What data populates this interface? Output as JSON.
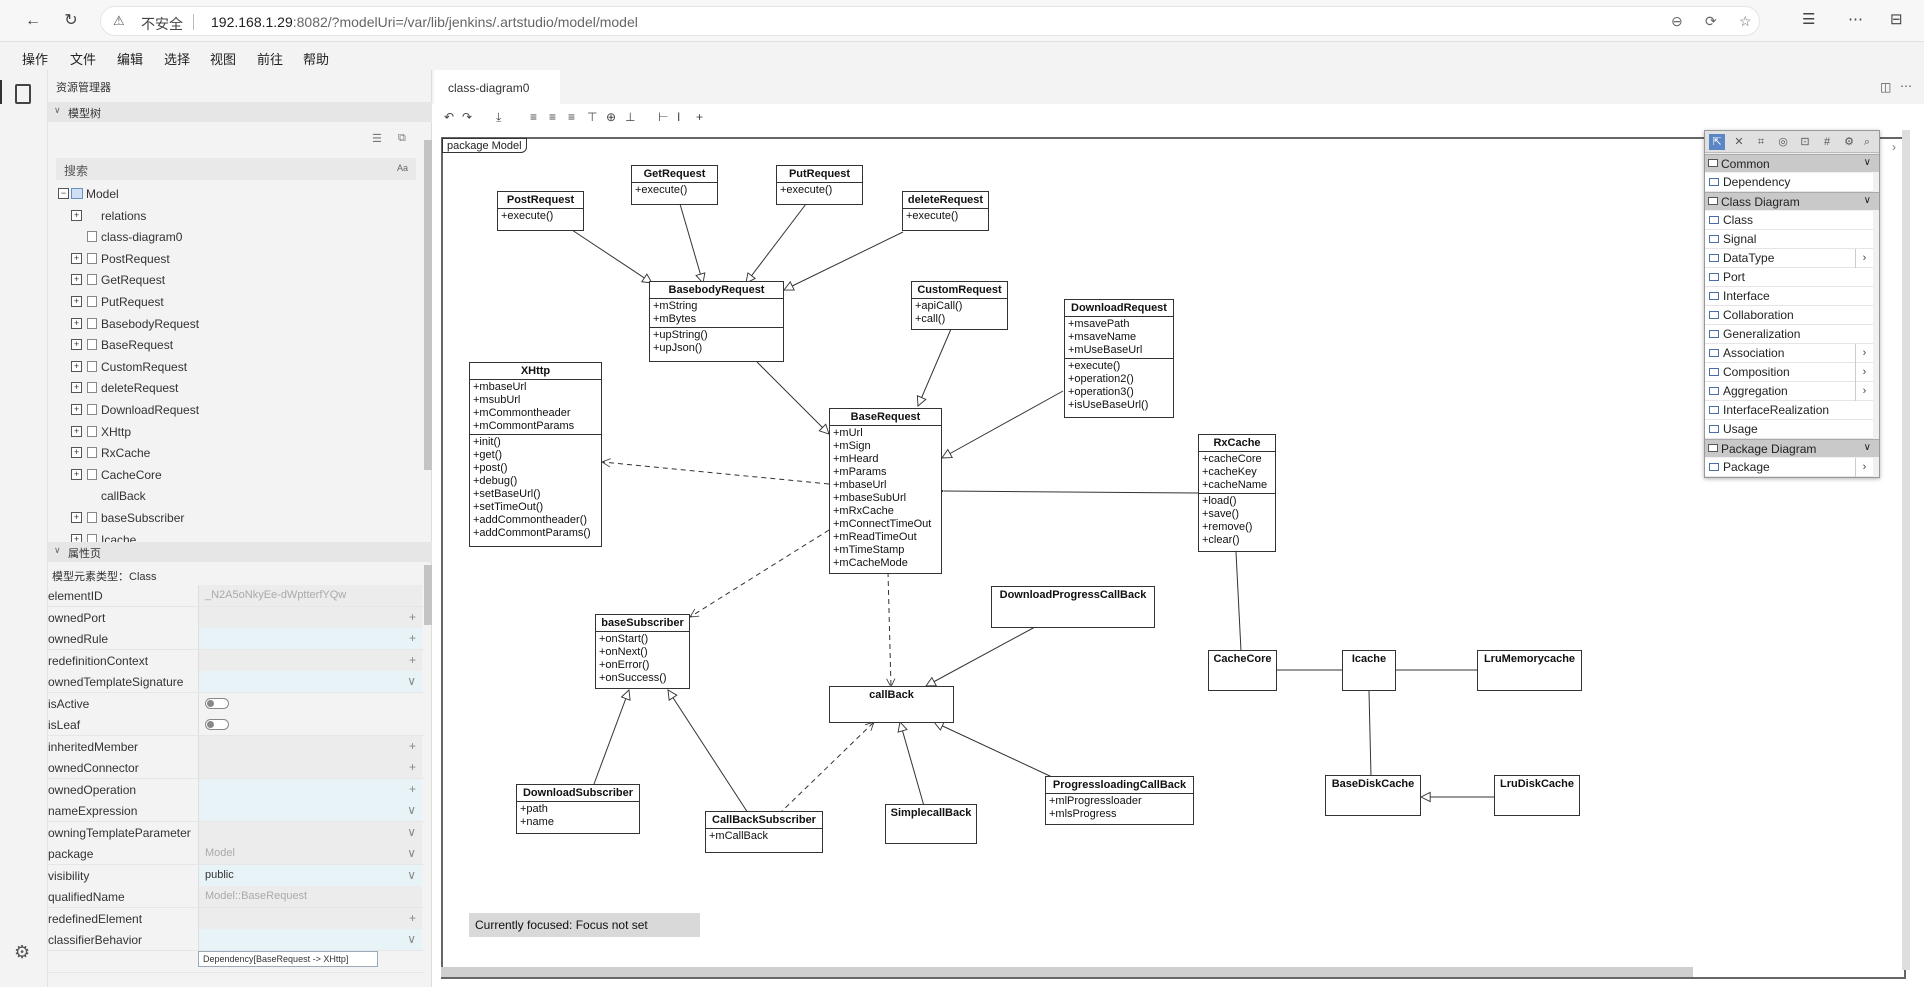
{
  "browser": {
    "insecure_label": "不安全",
    "url_host": "192.168.1.29",
    "url_path": ":8082/?modelUri=/var/lib/jenkins/.artstudio/model/model"
  },
  "menubar": [
    "操作",
    "文件",
    "编辑",
    "选择",
    "视图",
    "前往",
    "帮助"
  ],
  "explorer": {
    "title": "资源管理器",
    "model_tree_header": "模型树",
    "search_placeholder": "搜索",
    "search_case_label": "Aa",
    "tree": [
      {
        "label": "Model",
        "kind": "root"
      },
      {
        "label": "relations",
        "kind": "expand"
      },
      {
        "label": "class-diagram0",
        "kind": "file"
      },
      {
        "label": "PostRequest",
        "kind": "expand"
      },
      {
        "label": "GetRequest",
        "kind": "expand"
      },
      {
        "label": "PutRequest",
        "kind": "expand"
      },
      {
        "label": "BasebodyRequest",
        "kind": "expand"
      },
      {
        "label": "BaseRequest",
        "kind": "expand"
      },
      {
        "label": "CustomRequest",
        "kind": "expand"
      },
      {
        "label": "deleteRequest",
        "kind": "expand"
      },
      {
        "label": "DownloadRequest",
        "kind": "expand"
      },
      {
        "label": "XHttp",
        "kind": "expand"
      },
      {
        "label": "RxCache",
        "kind": "expand"
      },
      {
        "label": "CacheCore",
        "kind": "expand"
      },
      {
        "label": "callBack",
        "kind": "leaf"
      },
      {
        "label": "baseSubscriber",
        "kind": "expand"
      },
      {
        "label": "Icache",
        "kind": "expand"
      }
    ],
    "properties_header": "属性页",
    "element_type": "模型元素类型：Class",
    "properties": [
      {
        "name": "elementID",
        "value": "_N2A5oNkyEe-dWptterfYQw",
        "style": "gray",
        "btn": ""
      },
      {
        "name": "ownedPort",
        "value": "",
        "style": "",
        "btn": "+"
      },
      {
        "name": "ownedRule",
        "value": "",
        "style": "light",
        "btn": "+"
      },
      {
        "name": "redefinitionContext",
        "value": "",
        "style": "",
        "btn": "+"
      },
      {
        "name": "ownedTemplateSignature",
        "value": "",
        "style": "light",
        "btn": "∨"
      },
      {
        "name": "isActive",
        "value": "",
        "style": "toggle",
        "btn": ""
      },
      {
        "name": "isLeaf",
        "value": "",
        "style": "toggle",
        "btn": ""
      },
      {
        "name": "inheritedMember",
        "value": "",
        "style": "",
        "btn": "+"
      },
      {
        "name": "ownedConnector",
        "value": "",
        "style": "",
        "btn": "+"
      },
      {
        "name": "ownedOperation",
        "value": "",
        "style": "light",
        "btn": "+"
      },
      {
        "name": "nameExpression",
        "value": "",
        "style": "light",
        "btn": "∨"
      },
      {
        "name": "owningTemplateParameter",
        "value": "",
        "style": "",
        "btn": "∨"
      },
      {
        "name": "package",
        "value": "Model",
        "style": "gray",
        "btn": "∨"
      },
      {
        "name": "visibility",
        "value": "public",
        "style": "light",
        "btn": "∨"
      },
      {
        "name": "qualifiedName",
        "value": "Model::BaseRequest",
        "style": "gray",
        "btn": ""
      },
      {
        "name": "redefinedElement",
        "value": "",
        "style": "",
        "btn": "+"
      },
      {
        "name": "classifierBehavior",
        "value": "",
        "style": "light",
        "btn": "∨"
      },
      {
        "name": "",
        "value": "Dependency[BaseRequest -> XHttp]",
        "style": "",
        "btn": ""
      }
    ]
  },
  "editor": {
    "tab": "class-diagram0",
    "package_label": "package Model",
    "focus_status": "Currently focused: Focus not set"
  },
  "diagram": {
    "classes": [
      {
        "id": "PostRequest",
        "attrs": [],
        "ops": [
          "+execute()"
        ]
      },
      {
        "id": "GetRequest",
        "attrs": [],
        "ops": [
          "+execute()"
        ]
      },
      {
        "id": "PutRequest",
        "attrs": [],
        "ops": [
          "+execute()"
        ]
      },
      {
        "id": "deleteRequest",
        "attrs": [],
        "ops": [
          "+execute()"
        ]
      },
      {
        "id": "BasebodyRequest",
        "attrs": [
          "+mString",
          "+mBytes"
        ],
        "ops": [
          "+upString()",
          "+upJson()"
        ]
      },
      {
        "id": "CustomRequest",
        "attrs": [],
        "ops": [
          "+apiCall()",
          "+call()"
        ]
      },
      {
        "id": "DownloadRequest",
        "attrs": [
          "+msavePath",
          "+msaveName",
          "+mUseBaseUrl"
        ],
        "ops": [
          "+execute()",
          "+operation2()",
          "+operation3()",
          "+isUseBaseUrl()"
        ]
      },
      {
        "id": "XHttp",
        "attrs": [
          "+mbaseUrl",
          "+msubUrl",
          "+mCommontheader",
          "+mCommontParams"
        ],
        "ops": [
          "+init()",
          "+get()",
          "+post()",
          "+debug()",
          "+setBaseUrl()",
          "+setTimeOut()",
          "+addCommontheader()",
          "+addCommontParams()"
        ]
      },
      {
        "id": "BaseRequest",
        "attrs": [
          "+mUrl",
          "+mSign",
          "+mHeard",
          "+mParams",
          "+mbaseUrl",
          "+mbaseSubUrl",
          "+mRxCache",
          "+mConnectTimeOut",
          "+mReadTimeOut",
          "+mTimeStamp",
          "+mCacheMode"
        ],
        "ops": []
      },
      {
        "id": "RxCache",
        "attrs": [
          "+cacheCore",
          "+cacheKey",
          "+cacheName"
        ],
        "ops": [
          "+load()",
          "+save()",
          "+remove()",
          "+clear()"
        ]
      },
      {
        "id": "baseSubscriber",
        "attrs": [],
        "ops": [
          "+onStart()",
          "+onNext()",
          "+onError()",
          "+onSuccess()"
        ]
      },
      {
        "id": "DownloadProgressCallBack",
        "attrs": [],
        "ops": []
      },
      {
        "id": "callBack",
        "attrs": [],
        "ops": []
      },
      {
        "id": "CacheCore",
        "attrs": [],
        "ops": []
      },
      {
        "id": "Icache",
        "attrs": [],
        "ops": []
      },
      {
        "id": "LruMemorycache",
        "attrs": [],
        "ops": []
      },
      {
        "id": "DownloadSubscriber",
        "attrs": [
          "+path",
          "+name"
        ],
        "ops": []
      },
      {
        "id": "CallBackSubscriber",
        "attrs": [
          "+mCallBack"
        ],
        "ops": []
      },
      {
        "id": "SimplecallBack",
        "attrs": [],
        "ops": []
      },
      {
        "id": "ProgressloadingCallBack",
        "attrs": [
          "+mlProgressloader",
          "+mlsProgress"
        ],
        "ops": []
      },
      {
        "id": "BaseDiskCache",
        "attrs": [],
        "ops": []
      },
      {
        "id": "LruDiskCache",
        "attrs": [],
        "ops": []
      }
    ]
  },
  "palette": {
    "groups": [
      {
        "label": "Common",
        "items": [
          {
            "label": "Dependency",
            "arrow": false
          }
        ]
      },
      {
        "label": "Class Diagram",
        "items": [
          {
            "label": "Class",
            "arrow": false
          },
          {
            "label": "Signal",
            "arrow": false
          },
          {
            "label": "DataType",
            "arrow": true
          },
          {
            "label": "Port",
            "arrow": false
          },
          {
            "label": "Interface",
            "arrow": false
          },
          {
            "label": "Collaboration",
            "arrow": false
          },
          {
            "label": "Generalization",
            "arrow": false
          },
          {
            "label": "Association",
            "arrow": true
          },
          {
            "label": "Composition",
            "arrow": true
          },
          {
            "label": "Aggregation",
            "arrow": true
          },
          {
            "label": "InterfaceRealization",
            "arrow": false
          },
          {
            "label": "Usage",
            "arrow": false
          }
        ]
      },
      {
        "label": "Package Diagram",
        "items": [
          {
            "label": "Package",
            "arrow": true
          }
        ]
      }
    ]
  }
}
